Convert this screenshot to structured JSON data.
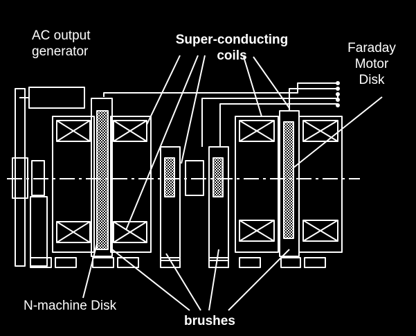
{
  "labels": {
    "ac_generator": [
      "AC output",
      "generator"
    ],
    "coils": [
      "Super-conducting",
      "coils"
    ],
    "faraday_disk": [
      "Faraday",
      "Motor",
      "Disk"
    ],
    "n_disk": "N-machine Disk",
    "brushes": "brushes"
  },
  "colors": {
    "background": "#000000",
    "line": "#ffffff",
    "hatch": "#ffffff"
  }
}
